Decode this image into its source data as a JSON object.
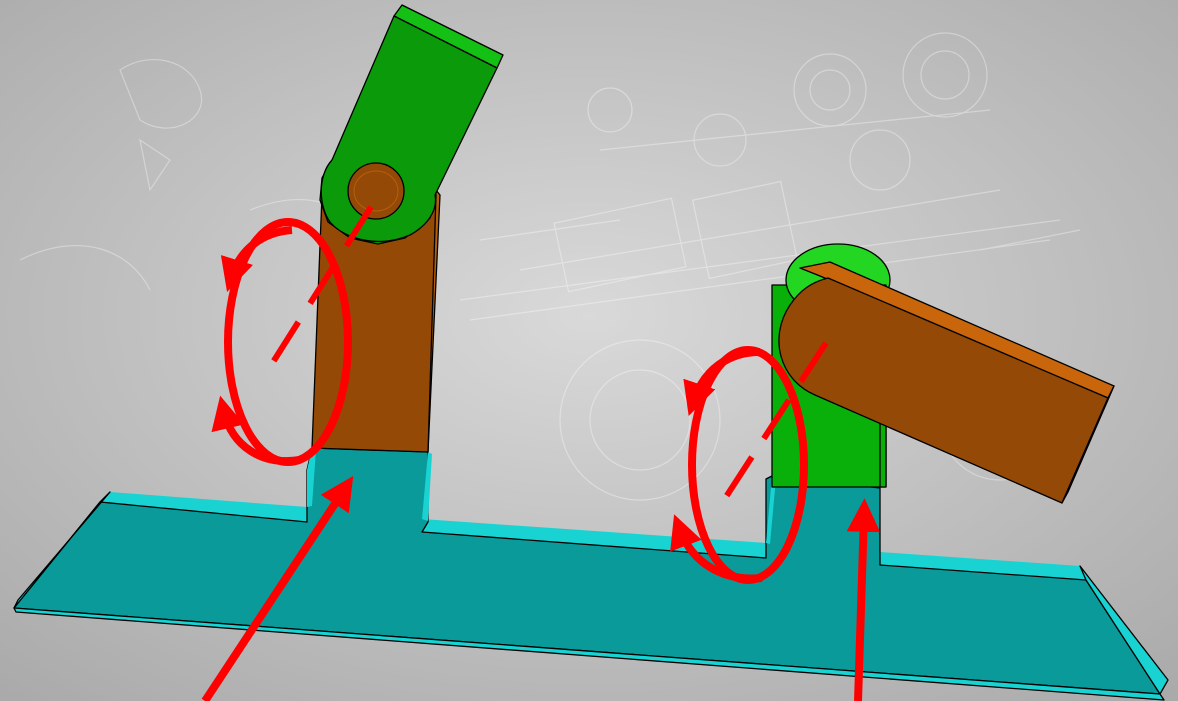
{
  "scene": {
    "description_free": true,
    "colors": {
      "background_light": "#d9d9d9",
      "background_dark": "#a9a9a9",
      "sketch_lines": "#ffffff",
      "base_top": "#0a9a9a",
      "base_edge": "#19d2d2",
      "left_link": "#944a06",
      "left_link_side": "#b3600e",
      "left_clevis": "#0a9a0a",
      "left_clevis_top": "#13c013",
      "right_post": "#0ab00a",
      "right_post_top": "#22d622",
      "right_arm": "#944a06",
      "right_arm_top": "#c9650b",
      "annotation": "#ff0000",
      "outline": "#000000"
    },
    "parts": [
      {
        "id": "base-plate"
      },
      {
        "id": "left-upright-link"
      },
      {
        "id": "left-clevis"
      },
      {
        "id": "right-post"
      },
      {
        "id": "right-arm"
      }
    ],
    "annotations": [
      {
        "id": "left-rotation",
        "kind": "rotation-arrows"
      },
      {
        "id": "left-axis",
        "kind": "dashed-axis"
      },
      {
        "id": "left-pointer",
        "kind": "pointer-arrow"
      },
      {
        "id": "right-rotation",
        "kind": "rotation-arrows"
      },
      {
        "id": "right-axis",
        "kind": "dashed-axis"
      },
      {
        "id": "right-pointer",
        "kind": "pointer-arrow"
      }
    ]
  }
}
